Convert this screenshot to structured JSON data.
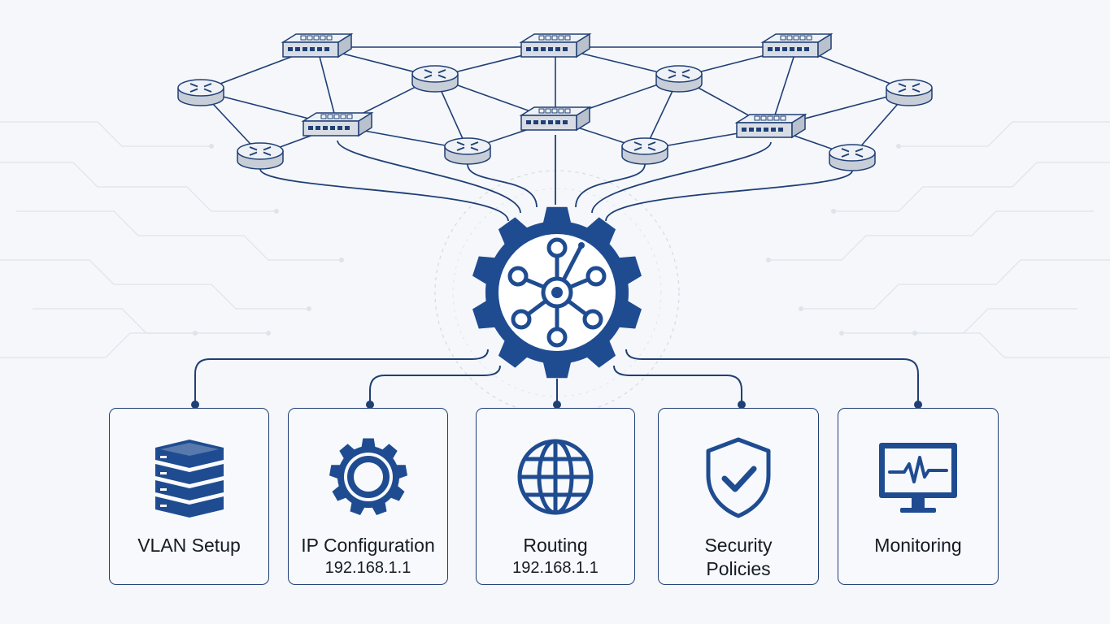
{
  "colors": {
    "primary": "#1f4c91",
    "line": "#1f3f75",
    "device_fill": "#d8dde5",
    "background": "#f5f7fa"
  },
  "icons": {
    "hub": "gear-network-hub-icon",
    "switch": "network-switch-icon",
    "router": "router-icon"
  },
  "cards": [
    {
      "id": "vlan",
      "label_lines": [
        "VLAN Setup"
      ],
      "sub": "",
      "icon": "server-stack-icon"
    },
    {
      "id": "ip",
      "label_lines": [
        "IP Configuration"
      ],
      "sub": "192.168.1.1",
      "icon": "gear-icon"
    },
    {
      "id": "routing",
      "label_lines": [
        "Routing"
      ],
      "sub": "192.168.1.1",
      "icon": "globe-icon"
    },
    {
      "id": "security",
      "label_lines": [
        "Security",
        "Policies"
      ],
      "sub": "",
      "icon": "shield-check-icon"
    },
    {
      "id": "monitoring",
      "label_lines": [
        "Monitoring"
      ],
      "sub": "",
      "icon": "monitor-pulse-icon"
    }
  ]
}
